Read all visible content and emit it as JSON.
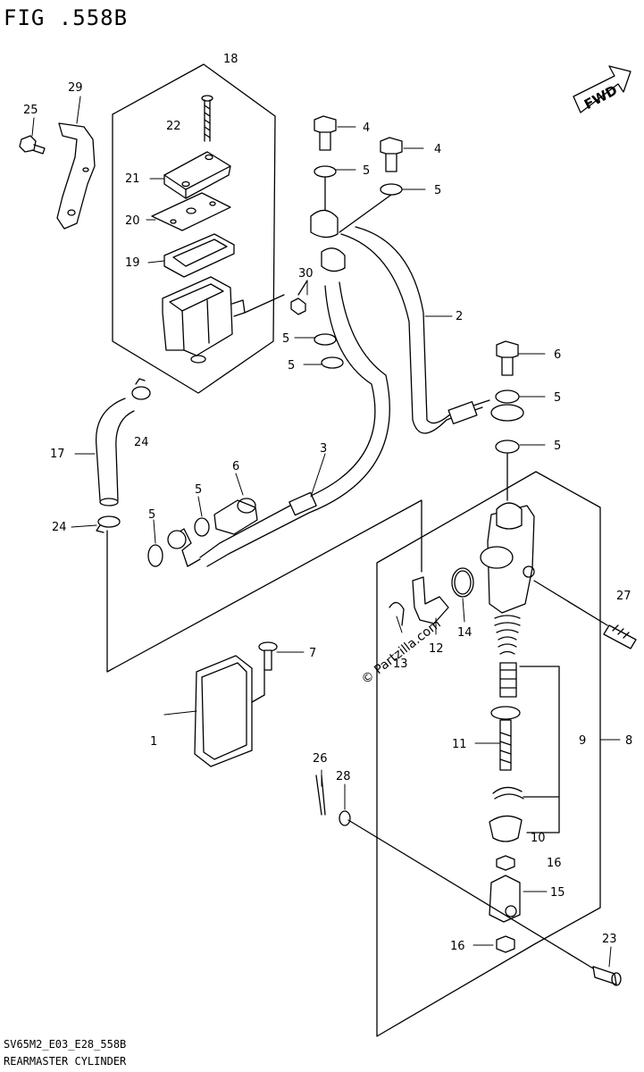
{
  "figure": {
    "title": "FIG .558B",
    "model_code": "SV65M2_E03_E28_558B",
    "assembly_name": "REARMASTER CYLINDER",
    "watermark": "© Partzilla.com",
    "direction_label": "FWD"
  },
  "callouts": {
    "c1": "1",
    "c2": "2",
    "c3": "3",
    "c4a": "4",
    "c4b": "4",
    "c5a": "5",
    "c5b": "5",
    "c5c": "5",
    "c5d": "5",
    "c5e": "5",
    "c5f": "5",
    "c5g": "5",
    "c5h": "5",
    "c6a": "6",
    "c6b": "6",
    "c7": "7",
    "c8": "8",
    "c9": "9",
    "c10": "10",
    "c11": "11",
    "c12": "12",
    "c13": "13",
    "c14": "14",
    "c15": "15",
    "c16a": "16",
    "c16b": "16",
    "c17": "17",
    "c18": "18",
    "c19": "19",
    "c20": "20",
    "c21": "21",
    "c22": "22",
    "c23": "23",
    "c24a": "24",
    "c24b": "24",
    "c25": "25",
    "c26": "26",
    "c27": "27",
    "c28": "28",
    "c29": "29",
    "c30": "30"
  }
}
